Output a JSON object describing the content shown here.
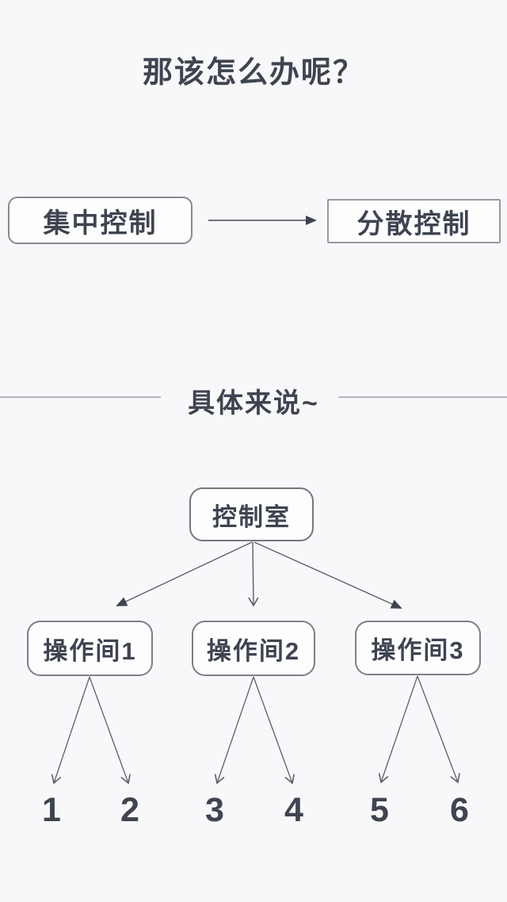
{
  "title": "那该怎么办呢？",
  "flow": {
    "from_label": "集中控制",
    "to_label": "分散控制"
  },
  "divider": {
    "label": "具体来说~"
  },
  "tree": {
    "root_label": "控制室",
    "children": [
      {
        "label": "操作间1",
        "leaves": [
          "1",
          "2"
        ]
      },
      {
        "label": "操作间2",
        "leaves": [
          "3",
          "4"
        ]
      },
      {
        "label": "操作间3",
        "leaves": [
          "5",
          "6"
        ]
      }
    ]
  },
  "colors": {
    "background": "#f8f7f9",
    "text": "#3e4450",
    "node_border": "#868a92",
    "node_fill": "#fdfdfe",
    "connector_line": "#5c6169",
    "arrowhead_fill": "#3e4450"
  }
}
